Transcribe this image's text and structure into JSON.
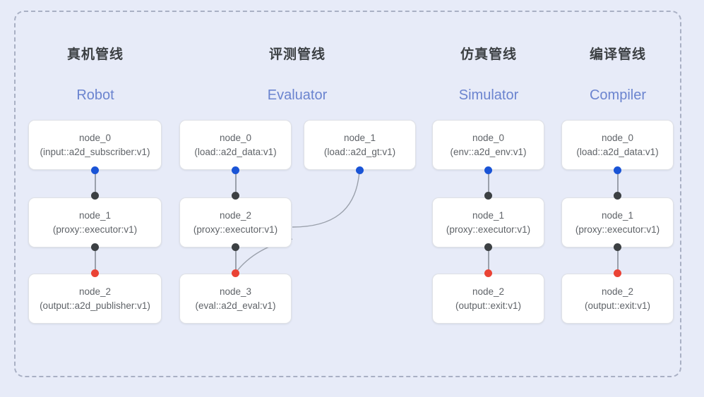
{
  "diagram": {
    "frame": {
      "style": "dashed-rounded-border"
    },
    "columns": [
      {
        "title_cn": "真机管线",
        "title_en": "Robot",
        "nodes": [
          {
            "id": "node_0",
            "type": "(input::a2d_subscriber:v1)"
          },
          {
            "id": "node_1",
            "type": "(proxy::executor:v1)"
          },
          {
            "id": "node_2",
            "type": "(output::a2d_publisher:v1)"
          }
        ]
      },
      {
        "title_cn": "评测管线",
        "title_en": "Evaluator",
        "nodes": [
          {
            "id": "node_0",
            "type": "(load::a2d_data:v1)"
          },
          {
            "id": "node_1",
            "type": "(load::a2d_gt:v1)"
          },
          {
            "id": "node_2",
            "type": "(proxy::executor:v1)"
          },
          {
            "id": "node_3",
            "type": "(eval::a2d_eval:v1)"
          }
        ]
      },
      {
        "title_cn": "仿真管线",
        "title_en": "Simulator",
        "nodes": [
          {
            "id": "node_0",
            "type": "(env::a2d_env:v1)"
          },
          {
            "id": "node_1",
            "type": "(proxy::executor:v1)"
          },
          {
            "id": "node_2",
            "type": "(output::exit:v1)"
          }
        ]
      },
      {
        "title_cn": "编译管线",
        "title_en": "Compiler",
        "nodes": [
          {
            "id": "node_0",
            "type": "(load::a2d_data:v1)"
          },
          {
            "id": "node_1",
            "type": "(proxy::executor:v1)"
          },
          {
            "id": "node_2",
            "type": "(output::exit:v1)"
          }
        ]
      }
    ],
    "colors": {
      "background": "#e7ebf8",
      "node_fill": "#ffffff",
      "node_border": "#dfe1e6",
      "frame_border": "#a9b0c4",
      "title_cn": "#3c4043",
      "title_en": "#6b84cf",
      "port_out": "#1a54d6",
      "port_in": "#3c4043",
      "port_terminal": "#ea4335",
      "link": "#9aa0ab"
    }
  }
}
